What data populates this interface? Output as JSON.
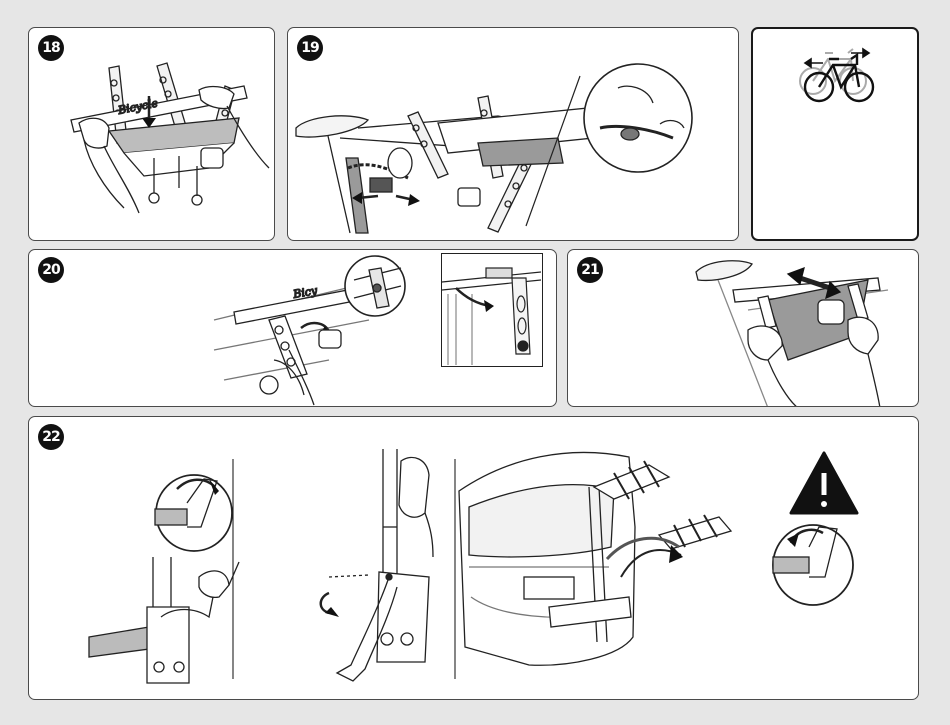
{
  "steps": [
    {
      "number": "18"
    },
    {
      "number": "19"
    },
    {
      "number": "20"
    },
    {
      "number": "21"
    },
    {
      "number": "22"
    }
  ],
  "icons": {
    "bike_panel": "bicycle-with-motion-arrows-icon",
    "warning": "warning-triangle-icon"
  },
  "colors": {
    "background": "#e6e6e6",
    "panel": "#ffffff",
    "line": "#222222",
    "shade": "#9a9a9a"
  }
}
